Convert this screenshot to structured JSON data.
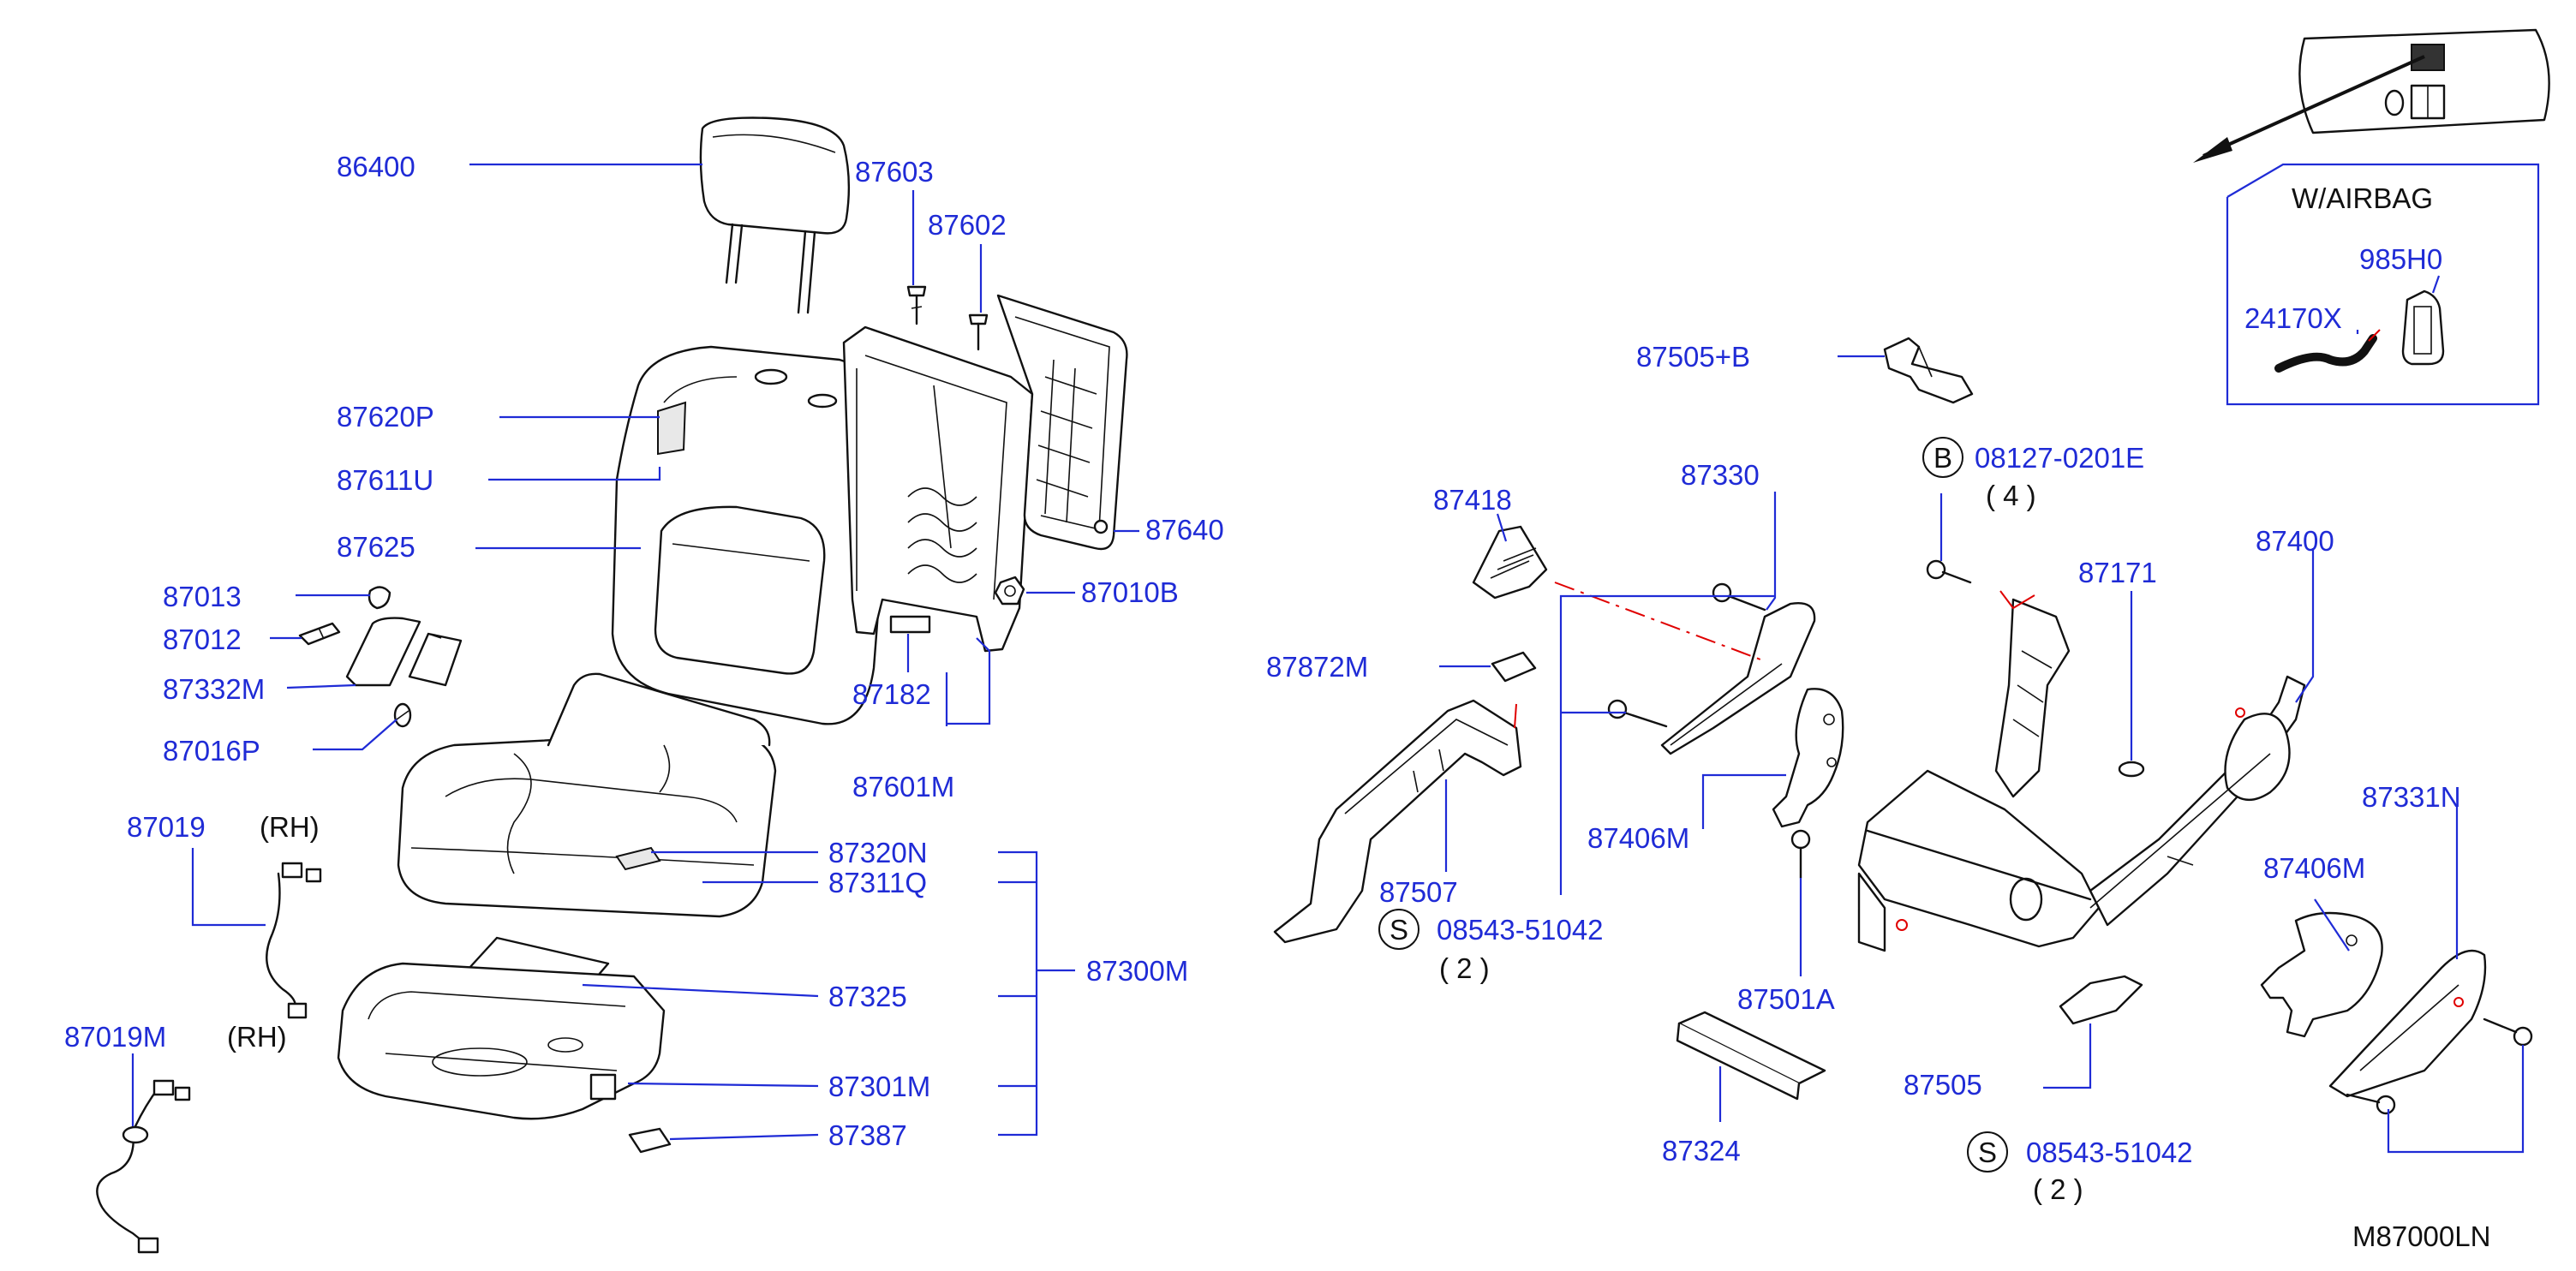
{
  "diagram": {
    "code": "M87000LN",
    "inset_title": "W/AIRBAG",
    "labels": {
      "p86400": "86400",
      "p87603": "87603",
      "p87602": "87602",
      "p87620P": "87620P",
      "p87611U": "87611U",
      "p87625": "87625",
      "p87640": "87640",
      "p87010B": "87010B",
      "p87013": "87013",
      "p87012": "87012",
      "p87332M": "87332M",
      "p87016P": "87016P",
      "p87182": "87182",
      "p87601M": "87601M",
      "p87019": "87019",
      "p87019M": "87019M",
      "rh1": "(RH)",
      "rh2": "(RH)",
      "p87320N": "87320N",
      "p87311Q": "87311Q",
      "p87300M": "87300M",
      "p87325": "87325",
      "p87301M": "87301M",
      "p87387": "87387",
      "p87505B": "87505+B",
      "p87418": "87418",
      "p87330": "87330",
      "p87872M": "87872M",
      "p87507": "87507",
      "p87406M_a": "87406M",
      "p87406M_b": "87406M",
      "p87171": "87171",
      "p87400": "87400",
      "p87331N": "87331N",
      "p87501A": "87501A",
      "p87505": "87505",
      "p87324": "87324",
      "p985H0": "985H0",
      "p24170X": "24170X",
      "bolt_b_code": "08127-0201E",
      "bolt_b_qty": "( 4 )",
      "screw_s1_code": "08543-51042",
      "screw_s1_qty": "( 2 )",
      "screw_s2_code": "08543-51042",
      "screw_s2_qty": "( 2 )",
      "sym_b": "B",
      "sym_s1": "S",
      "sym_s2": "S"
    },
    "colors": {
      "label": "#1f2bd6",
      "leader": "#1f2bd6",
      "line_art": "#111111",
      "alignment": "#e00000"
    }
  }
}
